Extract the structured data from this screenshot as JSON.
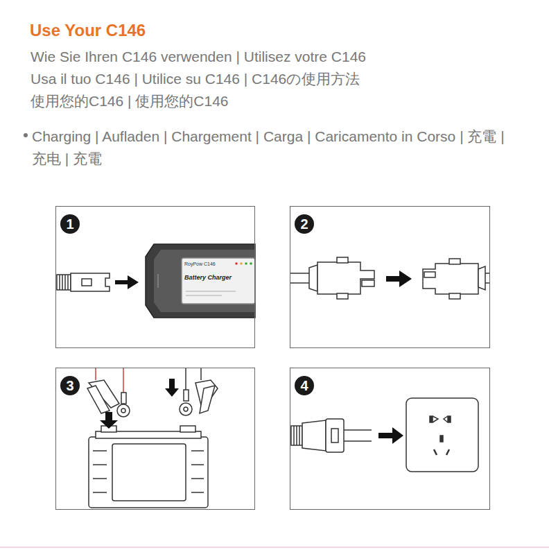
{
  "diagram": {
    "title": "Use Your C146",
    "nodes": [
      {
        "text": [
          "1"
        ]
      },
      {
        "text": [
          "2"
        ]
      },
      {
        "text": [
          "3"
        ]
      },
      {
        "text": [
          "4"
        ]
      }
    ],
    "labels": [
      "Wie Sie Ihren C146 verwenden | Utilisez votre C146",
      "Usa il tuo C146 | Utilice su C146 | C146の使用方法",
      "使用您的C146 | 使用您的C146",
      "Charging | Aufladen | Chargement | Carga | Caricamento in Corso | 充電 | 充电 | 充電",
      "RoyPow C146",
      "Battery Charger"
    ]
  }
}
